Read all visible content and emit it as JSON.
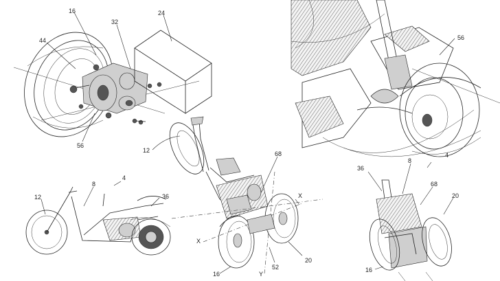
{
  "figures": {
    "top_left": {
      "labels": [
        "16",
        "32",
        "24",
        "44",
        "56"
      ]
    },
    "top_right": {
      "labels": [
        "56"
      ]
    },
    "bottom_left": {
      "labels": [
        "12",
        "8",
        "4",
        "36"
      ]
    },
    "center": {
      "labels": [
        "12",
        "68",
        "X",
        "X",
        "16",
        "Y",
        "52",
        "20"
      ]
    },
    "bottom_right": {
      "labels": [
        "36",
        "8",
        "4",
        "68",
        "20",
        "16"
      ]
    }
  },
  "colors": {
    "line": "#222222",
    "background": "#ffffff",
    "shade": "#cfcfcf"
  }
}
